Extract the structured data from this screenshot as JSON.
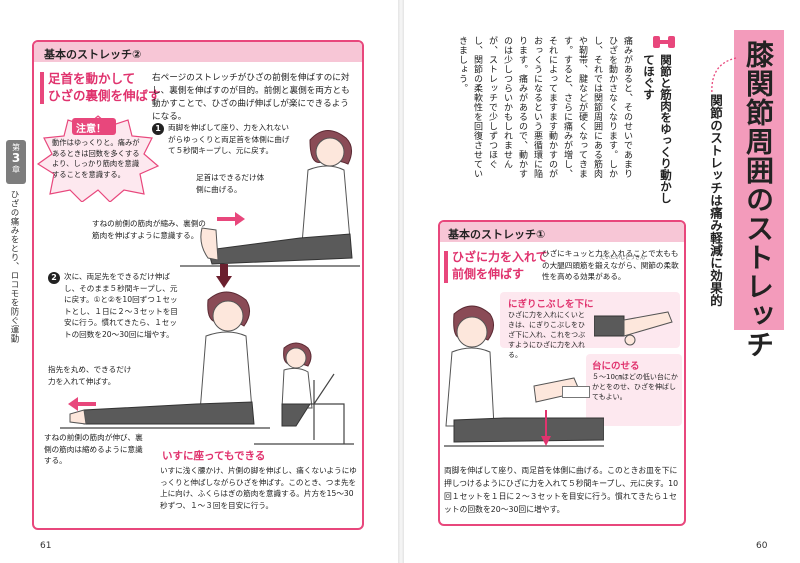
{
  "left_page": {
    "chapter_tab": {
      "label1": "第",
      "number": "3",
      "label2": "章",
      "subtitle": "ひざの痛みをとり、ロコモを防ぐ運動"
    },
    "section_header": "基本のストレッチ②",
    "title_line1": "足首を動かして",
    "title_line2": "ひざの裏側を伸ばす",
    "intro": "右ページのストレッチがひざの前側を伸ばすのに対し、裏側を伸ばすのが目的。前側と裏側を両方とも動かすことで、ひざの曲げ伸ばしが楽にできるようになる。",
    "caution": {
      "title": "注意！",
      "text": "動作はゆっくりと。痛みがあるときは回数を多くするより、しっかり筋肉を意識することを意識する。"
    },
    "step1_num": "1",
    "step1": "両脚を伸ばして座り、力を入れないがらゆっくりと両足首を体側に曲げて５秒間キープし、元に戻す。",
    "note_ankle": "足首はできるだけ体側に曲げる。",
    "note_front": "すねの前側の筋肉が縮み、裏側の筋肉を伸ばすように意識する。",
    "step2_num": "2",
    "step2": "次に、両足先をできるだけ伸ばし、そのまま５秒間キープし、元に戻す。①と②を10回ずつ１セットとし、１日に２～３セットを目安に行う。慣れてきたら、１セットの回数を20～30回に増やす。",
    "note_toe": "指先を丸め、できるだけ力を入れて伸ばす。",
    "note_back": "すねの前側の筋肉が伸び、裏側の筋肉は縮めるように意識する。",
    "chair_title": "いすに座ってもできる",
    "chair_text": "いすに浅く腰かけ、片側の脚を伸ばし、痛くないようにゆっくりと伸ばしながらひざを伸ばす。このとき、つま先を上に向け、ふくらはぎの筋肉を意識する。片方を15～30秒ずつ、１～３回を目安に行う。",
    "page_number": "61"
  },
  "right_page": {
    "title": "膝関節周囲のストレッチ",
    "subtitle": "関節のストレッチは痛み軽減に効果的",
    "column_heading": "関節と筋肉をゆっくり動かしてほぐす",
    "column_text": "痛みがあると、そのせいであまりひざを動かさなくなります。しかし、それでは関節周囲にある筋肉や靭帯、腱などが硬くなってきます。すると、さらに痛みが増し、それによってますます動かすのがおっくうになるという悪循環に陥ります。痛みがあるので、動かすのは少しつらいかもしれませんが、ストレッチで少しずつほぐし、関節の柔軟性を回復させていきましょう。",
    "section_header": "基本のストレッチ①",
    "title_line1": "ひざに力を入れて",
    "title_line2": "前側を伸ばす",
    "intro": "ひざにキュッと力を入れることで太ももの大腿四頭筋を鍛えながら、関節の柔軟性を高める効果がある。",
    "ruby": "だいたいしとうきん",
    "tip1_title": "にぎりこぶしを下に",
    "tip1_text": "ひざに力を入れにくいときは、にぎりこぶしをひざ下に入れ、これをつぶすようにひざに力を入れる。",
    "tip2_title": "台にのせる",
    "tip2_text": "５～10㎝ほどの低い台にかかとをのせ、ひざを伸ばしてもよい。",
    "main_text": "両脚を伸ばして座り、両足首を体側に曲げる。このときお皿を下に押しつけるようにひざに力を入れて５秒間キープし、元に戻す。10回１セットを１日に２～３セットを目安に行う。慣れてきたら１セットの回数を20～30回に増やす。",
    "page_number": "60"
  },
  "colors": {
    "accent": "#e8477c",
    "accent_light": "#f7c6d6",
    "accent_pale": "#fde8ef",
    "tab_gray": "#8a8a8a"
  }
}
